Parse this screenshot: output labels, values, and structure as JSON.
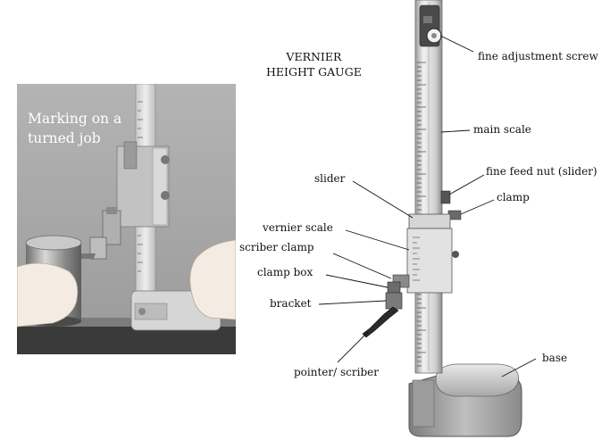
{
  "photo": {
    "caption": "Marking on a\nturned job"
  },
  "title": "VERNIER\nHEIGHT GAUGE",
  "labels": {
    "fine_adjustment_screw": "fine adjustment screw",
    "main_scale": "main scale",
    "fine_feed_nut": "fine feed nut (slider)",
    "clamp": "clamp",
    "slider": "slider",
    "vernier_scale": "vernier scale",
    "scriber_clamp": "scriber clamp",
    "clamp_box": "clamp box",
    "bracket": "bracket",
    "pointer_scriber": "pointer/ scriber",
    "base": "base"
  },
  "colors": {
    "photo_bg": "#a9a9a9",
    "metal_light": "#e4e4e4",
    "metal_mid": "#b8b8b8",
    "metal_dark": "#6a6a6a",
    "leader": "#111111"
  }
}
